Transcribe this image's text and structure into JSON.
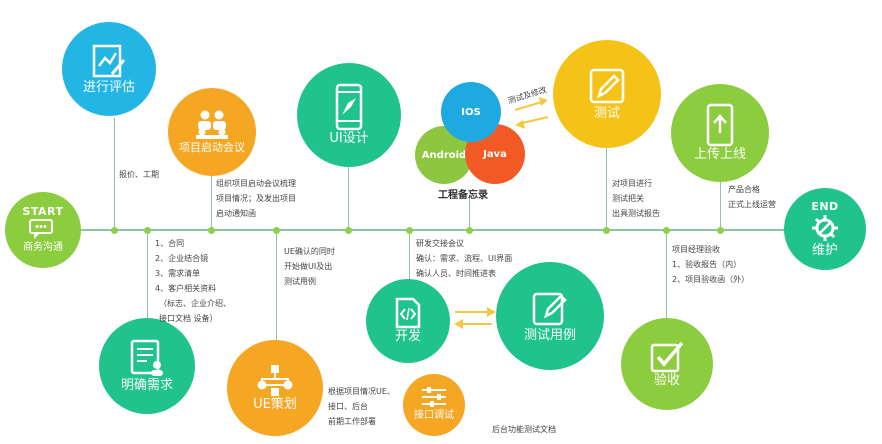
{
  "colors": {
    "cyan": "#23b6e4",
    "orange": "#f5a623",
    "green": "#1fc38b",
    "lime": "#8ccc3f",
    "line": "#8cc4a6",
    "ios": "#1fa9e1",
    "android": "#8dc63f",
    "java": "#f15a24"
  },
  "nodes": {
    "start": {
      "head": "START",
      "label": "商务沟通",
      "icon": "chat-icon"
    },
    "eval": {
      "label": "进行评估",
      "icon": "chart-edit-icon"
    },
    "kickoff": {
      "label": "项目启动会议",
      "icon": "meeting-icon"
    },
    "ui": {
      "label": "UI设计",
      "icon": "phone-design-icon"
    },
    "memo": {
      "label": "工程备忘录",
      "ios": "IOS",
      "android": "Android",
      "java": "Java"
    },
    "test": {
      "label": "测试",
      "icon": "pencil-icon"
    },
    "online": {
      "label": "上传上线",
      "icon": "upload-phone-icon"
    },
    "end": {
      "head": "END",
      "label": "维护",
      "icon": "gear-wrench-icon"
    },
    "req": {
      "label": "明确需求",
      "icon": "document-user-icon"
    },
    "ue": {
      "label": "UE策划",
      "icon": "flowchart-icon"
    },
    "debug": {
      "label": "接口调试",
      "icon": "sliders-icon"
    },
    "dev": {
      "label": "开发",
      "icon": "code-file-icon"
    },
    "testcase": {
      "label": "测试用例",
      "icon": "edit-icon"
    },
    "accept": {
      "label": "验收",
      "icon": "check-icon"
    }
  },
  "notes": {
    "quote": [
      "报价、工期"
    ],
    "kickoff": [
      "组织项目启动会议梳理",
      "项目情况；及发出项目",
      "启动通知函"
    ],
    "req": [
      "1、合同",
      "2、企业结合镜",
      "3、需求清单",
      "4、客户相关资料",
      "（标志、企业介绍、",
      "接口文档 设备）"
    ],
    "ue": [
      "UE确认的同时",
      "开始做UI及出",
      "测试用例"
    ],
    "dev": [
      "研发交接会议",
      "确认：需求、流程、UI界面",
      "确认人员、时间推进表"
    ],
    "test": [
      "对项目进行",
      "测试把关",
      "出具测试报告"
    ],
    "accept": [
      "项目经理验收",
      "1、验收报告（内）",
      "2、项目验收函（外）"
    ],
    "online": [
      "产品合格",
      "正式上线运营"
    ],
    "debug": [
      "根据项目情况UE、",
      "接口、后台",
      "前期工作部署"
    ],
    "backend": [
      "后台功能测试文档"
    ],
    "fix": [
      "测试及修改"
    ]
  }
}
